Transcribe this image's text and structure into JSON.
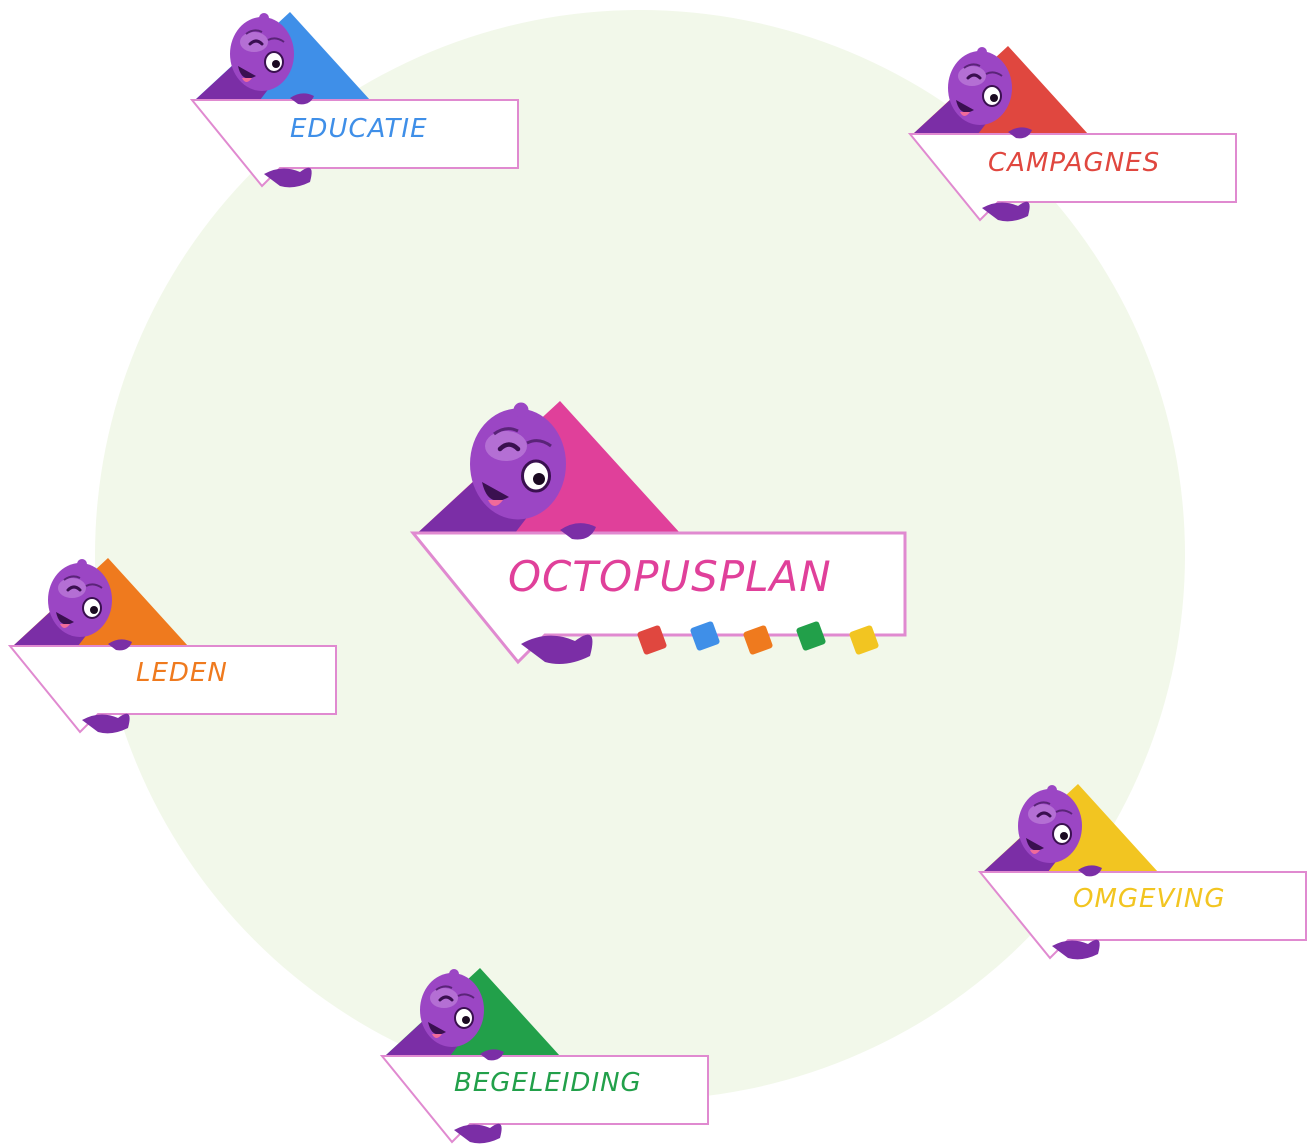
{
  "colors": {
    "background_circle": "#f2f8ea",
    "octopus": "#9b46c4",
    "octopus_dark": "#7b2ea6",
    "board_border": "#e08ad0"
  },
  "center": {
    "label": "OCTOPUSPLAN",
    "accent": "#e0409a",
    "swatches": [
      "#e0473f",
      "#3f8fe8",
      "#ef7a1e",
      "#22a04a",
      "#f2c521"
    ]
  },
  "menu": [
    {
      "id": "educatie",
      "label": "EDUCATIE",
      "color": "#3f8fe8"
    },
    {
      "id": "campagnes",
      "label": "CAMPAGNES",
      "color": "#e0473f"
    },
    {
      "id": "leden",
      "label": "LEDEN",
      "color": "#ef7a1e"
    },
    {
      "id": "omgeving",
      "label": "OMGEVING",
      "color": "#f2c521"
    },
    {
      "id": "begeleiding",
      "label": "BEGELEIDING",
      "color": "#22a04a"
    }
  ]
}
